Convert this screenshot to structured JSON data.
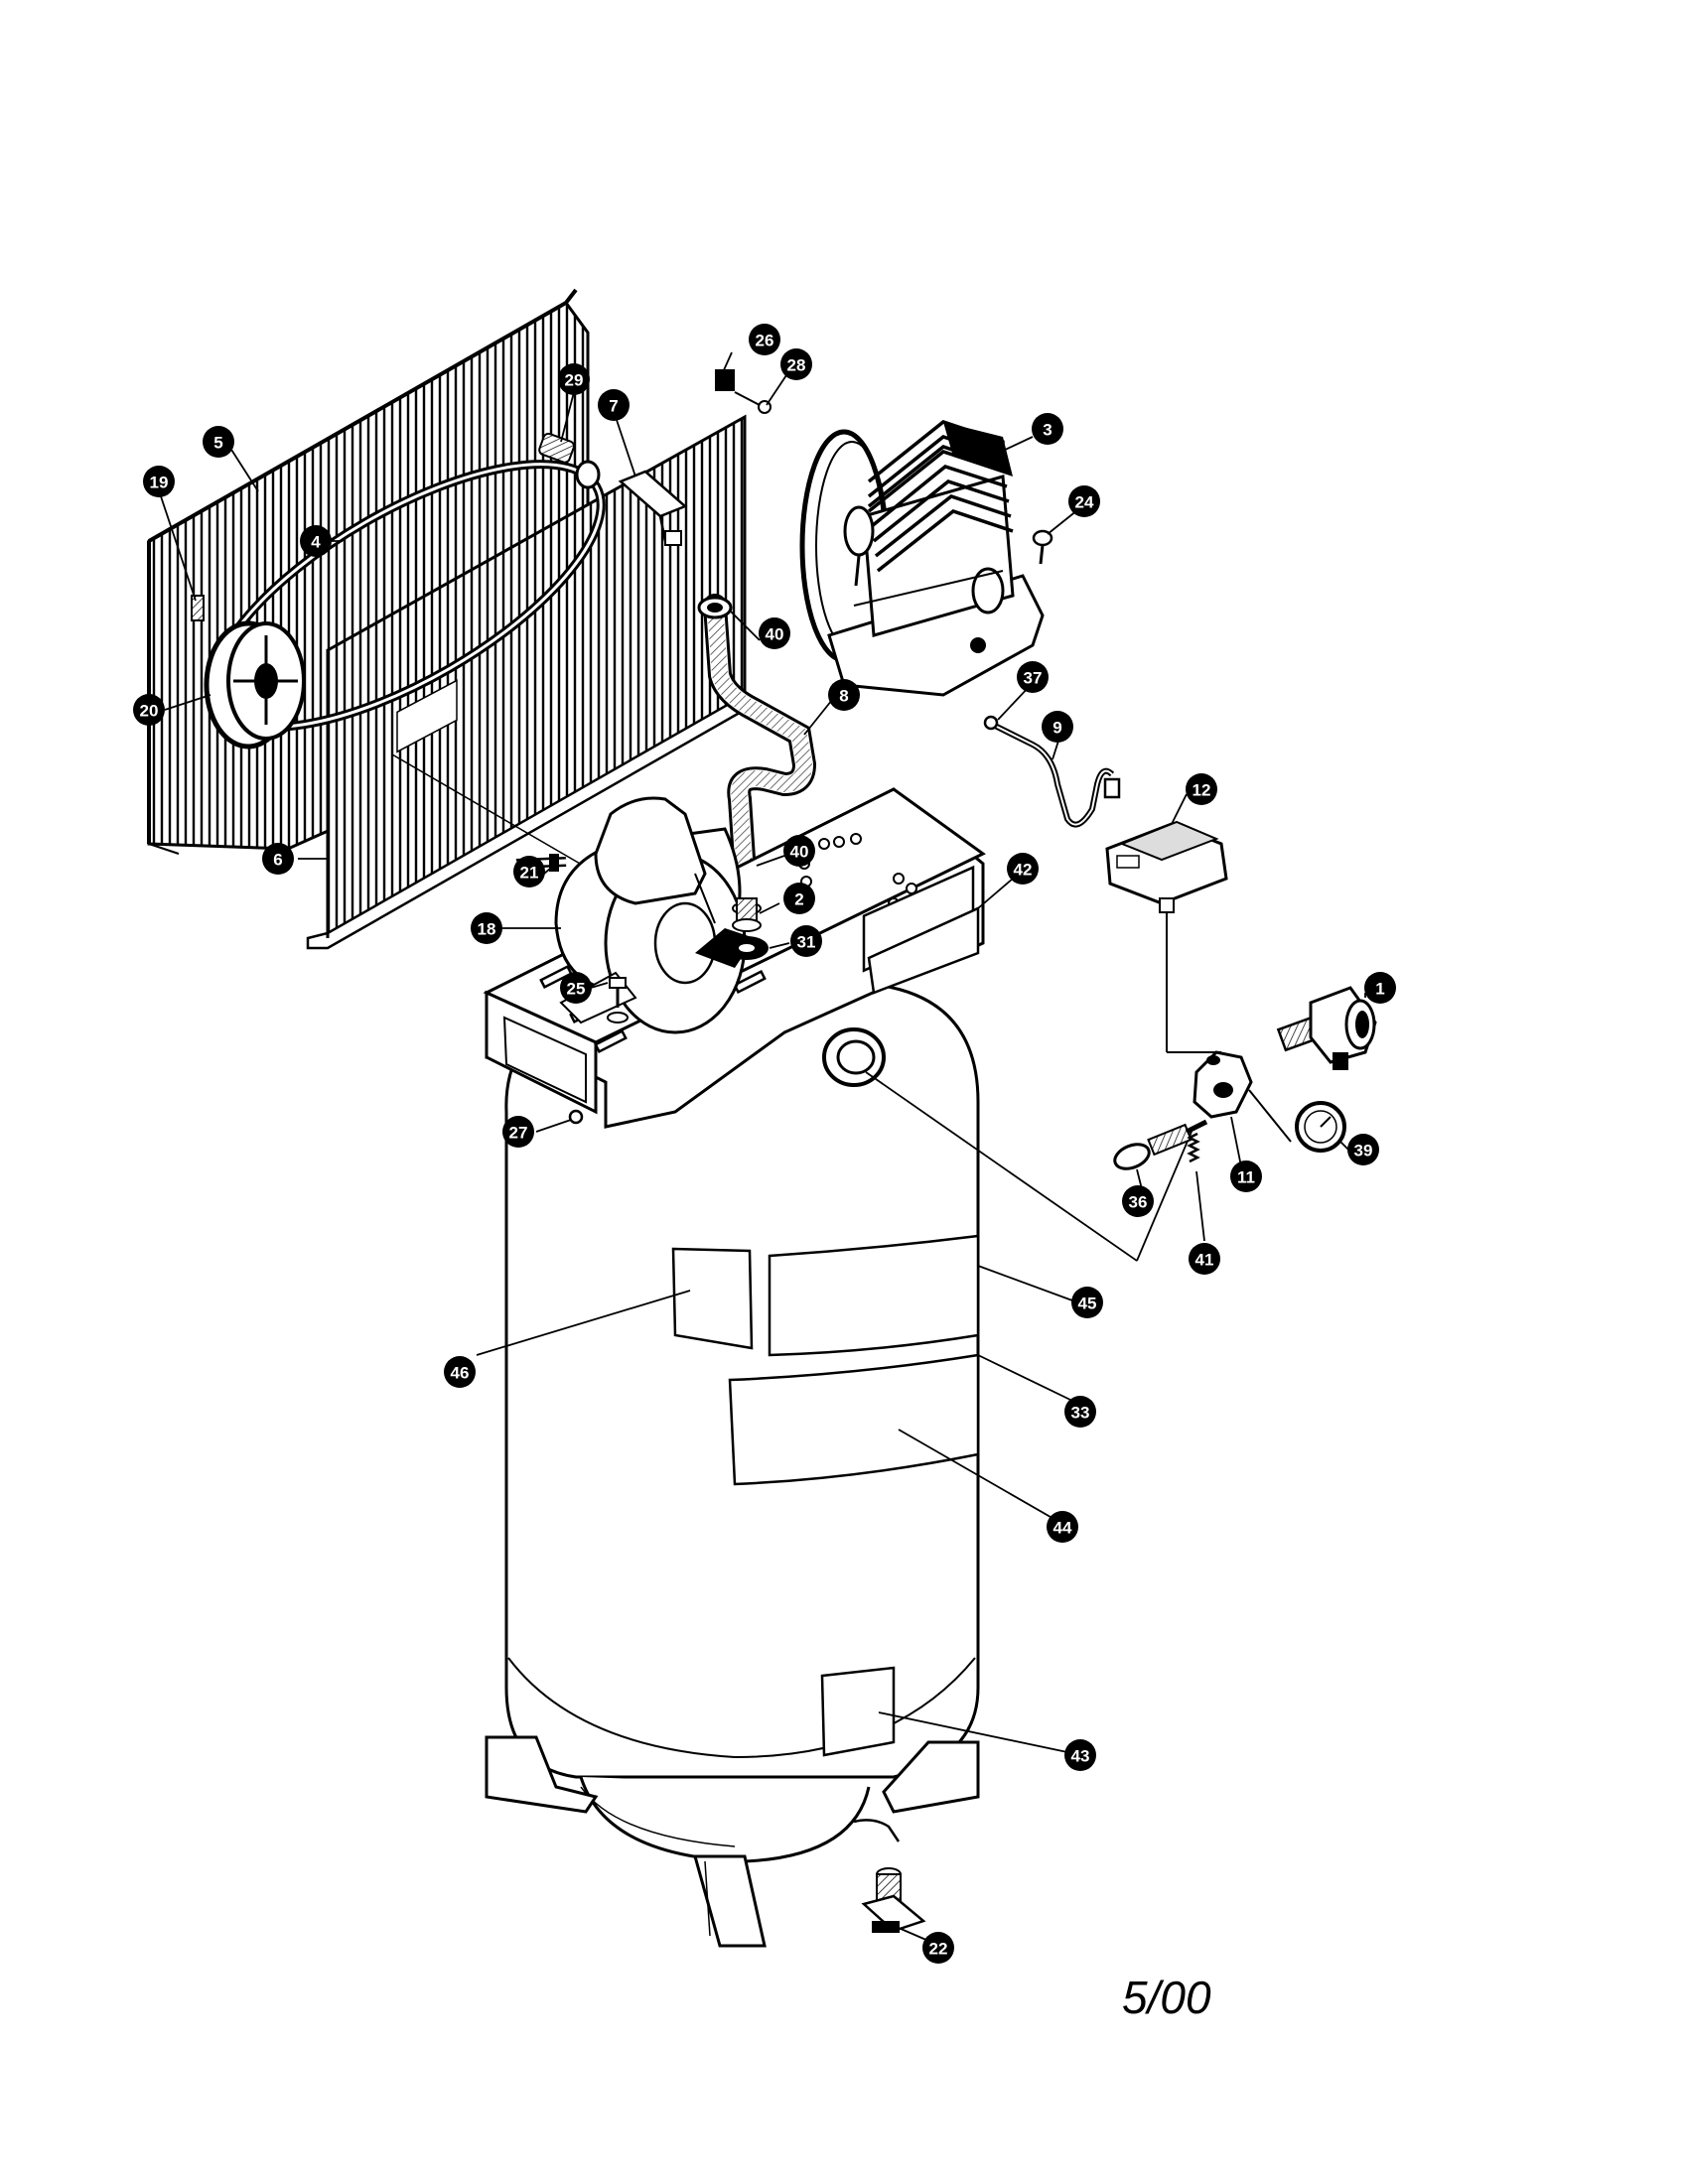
{
  "diagram": {
    "callouts": [
      {
        "label": "26",
        "part": "bracket-clip"
      },
      {
        "label": "28",
        "part": "screw"
      },
      {
        "label": "29",
        "part": "pulley-bolt"
      },
      {
        "label": "7",
        "part": "bracket"
      },
      {
        "label": "5",
        "part": "rear-belt-guard"
      },
      {
        "label": "3",
        "part": "pump"
      },
      {
        "label": "19",
        "part": "set-screw"
      },
      {
        "label": "4",
        "part": "belt"
      },
      {
        "label": "24",
        "part": "pump-bolt"
      },
      {
        "label": "40",
        "part": "fitting-upper"
      },
      {
        "label": "20",
        "part": "motor-pulley"
      },
      {
        "label": "8",
        "part": "outlet-tube"
      },
      {
        "label": "37",
        "part": "tube-fitting"
      },
      {
        "label": "9",
        "part": "unloader-tube"
      },
      {
        "label": "12",
        "part": "pressure-switch"
      },
      {
        "label": "6",
        "part": "front-belt-guard"
      },
      {
        "label": "21",
        "part": "motor-cord"
      },
      {
        "label": "40",
        "part": "fitting-lower"
      },
      {
        "label": "42",
        "part": "label-top"
      },
      {
        "label": "2",
        "part": "check-valve"
      },
      {
        "label": "18",
        "part": "motor"
      },
      {
        "label": "31",
        "part": "nipple"
      },
      {
        "label": "1",
        "part": "ball-valve"
      },
      {
        "label": "25",
        "part": "motor-bolt"
      },
      {
        "label": "27",
        "part": "nut"
      },
      {
        "label": "39",
        "part": "pressure-gauge"
      },
      {
        "label": "11",
        "part": "manifold"
      },
      {
        "label": "36",
        "part": "safety-valve"
      },
      {
        "label": "41",
        "part": "spring"
      },
      {
        "label": "45",
        "part": "label-side"
      },
      {
        "label": "46",
        "part": "label-front"
      },
      {
        "label": "33",
        "part": "tank"
      },
      {
        "label": "44",
        "part": "label-center"
      },
      {
        "label": "43",
        "part": "label-bottom"
      },
      {
        "label": "22",
        "part": "drain-valve"
      }
    ],
    "date_code": "5/00"
  }
}
